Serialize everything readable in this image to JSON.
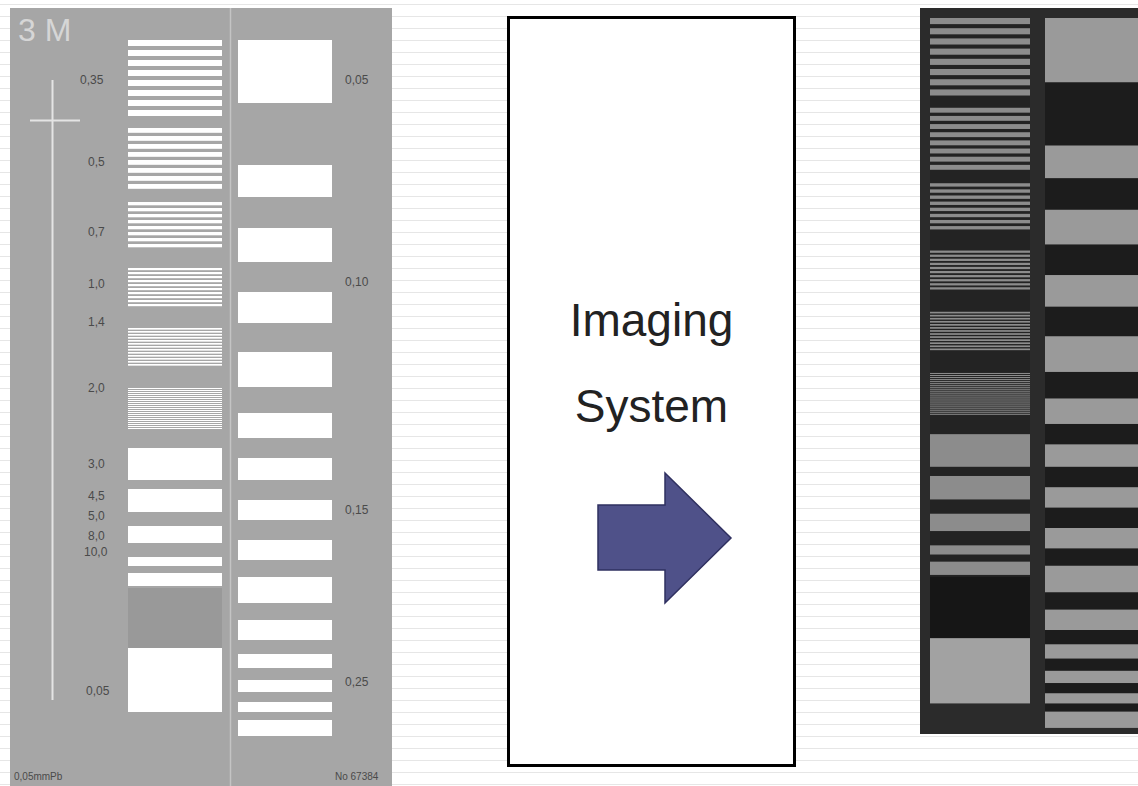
{
  "diagram": {
    "nodes": [
      {
        "text": [
          "Imaging System"
        ]
      }
    ],
    "labels": [
      "3 M",
      "0,35",
      "0,5",
      "0,7",
      "1,0",
      "1,4",
      "2,0",
      "3,0",
      "4,5",
      "5,0",
      "8,0",
      "10,0",
      "0,05",
      "0,05",
      "0,10",
      "0,15",
      "0,25",
      "0,05mmPb",
      "No 67384"
    ]
  }
}
